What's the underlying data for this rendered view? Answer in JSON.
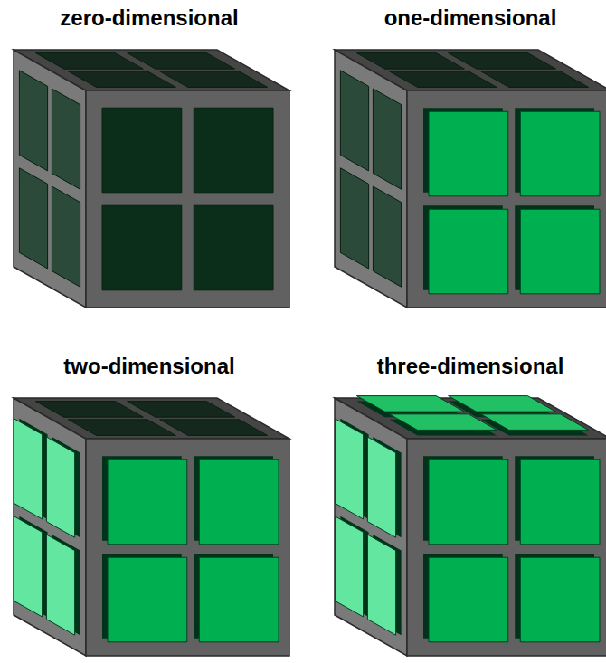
{
  "diagram": {
    "labels": [
      "zero-dimensional",
      "one-dimensional",
      "two-dimensional",
      "three-dimensional"
    ]
  }
}
